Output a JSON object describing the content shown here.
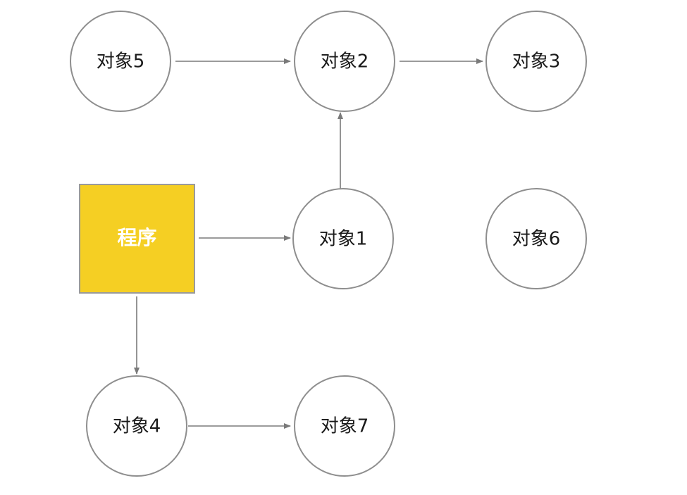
{
  "colors": {
    "root_fill": "#F5CF23",
    "root_border": "#9a9a9a",
    "node_fill": "#ffffff",
    "node_border": "#8e8e8e",
    "edge": "#7a7a7a",
    "text": "#1a1a1a",
    "root_text": "#ffffff"
  },
  "root": {
    "label": "程序"
  },
  "nodes": {
    "obj1": {
      "label": "对象1"
    },
    "obj2": {
      "label": "对象2"
    },
    "obj3": {
      "label": "对象3"
    },
    "obj4": {
      "label": "对象4"
    },
    "obj5": {
      "label": "对象5"
    },
    "obj6": {
      "label": "对象6"
    },
    "obj7": {
      "label": "对象7"
    }
  },
  "edges": [
    {
      "from": "root",
      "to": "obj1"
    },
    {
      "from": "root",
      "to": "obj4"
    },
    {
      "from": "obj1",
      "to": "obj2"
    },
    {
      "from": "obj5",
      "to": "obj2"
    },
    {
      "from": "obj2",
      "to": "obj3"
    },
    {
      "from": "obj4",
      "to": "obj7"
    }
  ]
}
